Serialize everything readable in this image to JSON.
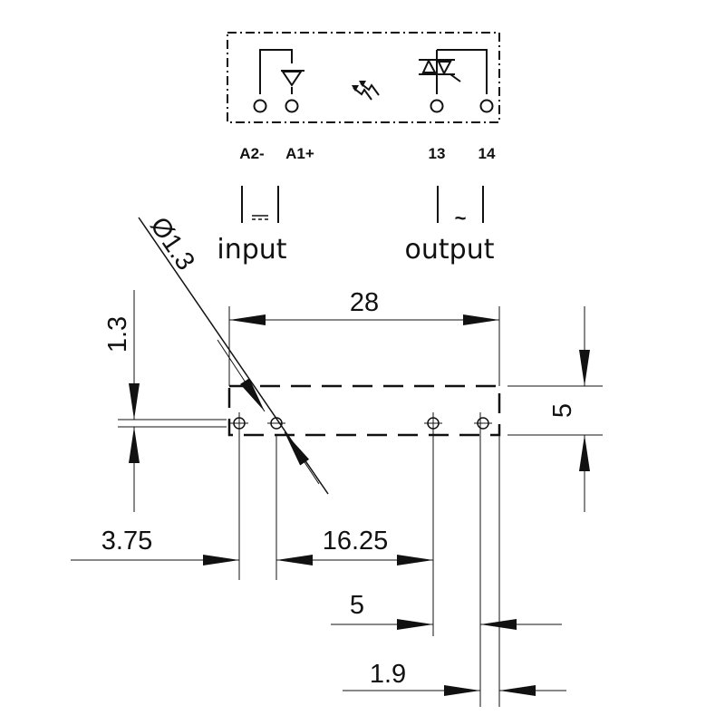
{
  "circuit": {
    "terminals": {
      "a2": "A2-",
      "a1": "A1+",
      "t13": "13",
      "t14": "14"
    },
    "icons": {
      "input_diode": "diode-icon",
      "optocoupler": "light-arrows-icon",
      "output_triac": "triac-icon"
    }
  },
  "symbols": {
    "input_symbol": "dc-symbol-icon",
    "output_symbol": "~",
    "input_label": "input",
    "output_label": "output"
  },
  "dimensions": {
    "hole_diameter": "Ø1.3",
    "width": "28",
    "edge_offset": "1.3",
    "height": "5",
    "first_pin": "3.75",
    "pin_spacing": "16.25",
    "output_pitch": "5",
    "end_offset": "1.9"
  }
}
